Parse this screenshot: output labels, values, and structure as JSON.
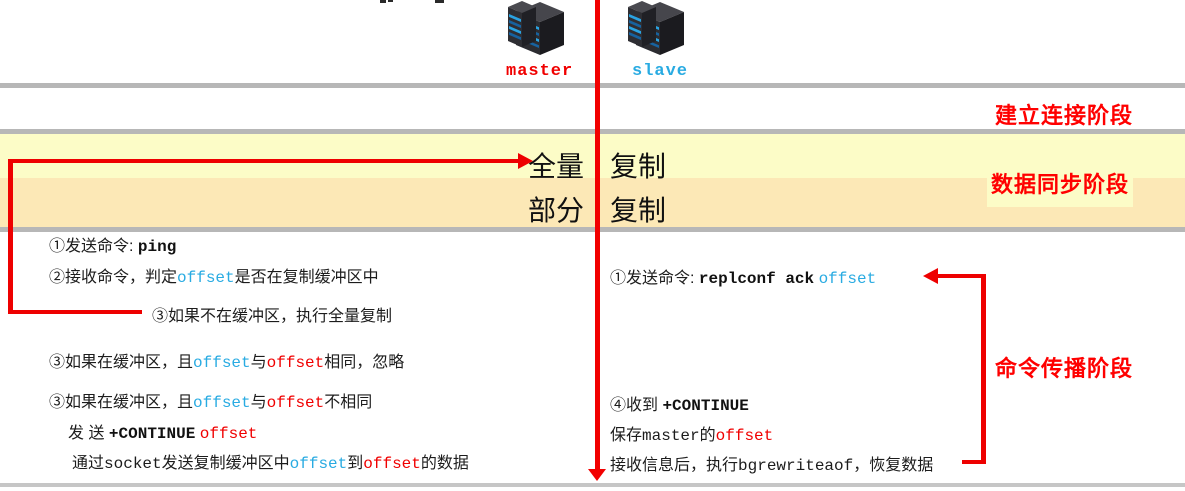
{
  "colors": {
    "divider_red": "#f20000",
    "bracket_red": "#ee0000",
    "label_red": "#ff0000",
    "mono_cyan": "#29abe2",
    "band_light_yellow": "#fcfcc7",
    "band_dark_yellow": "#fce8b6",
    "separator_gray": "#b7b7b7",
    "server_body_dark": "#2c2c31",
    "server_stripe_blue": "#2aa3e2"
  },
  "servers": {
    "master_label": "master",
    "slave_label": "slave"
  },
  "phases": {
    "connect_label": "建立连接阶段",
    "sync_label": "数据同步阶段",
    "propagate_label": "命令传播阶段"
  },
  "banner": {
    "full_a": "全量",
    "full_b": "复制",
    "partial_a": "部分",
    "partial_b": "复制"
  },
  "left_column": {
    "lines": [
      {
        "segments": [
          {
            "t": "①发送命令: ",
            "s": "cn"
          },
          {
            "t": "ping",
            "s": "mb"
          }
        ]
      },
      {
        "segments": [
          {
            "t": "②接收命令，判定",
            "s": "cn"
          },
          {
            "t": "offset",
            "s": "cy"
          },
          {
            "t": "是否在复制缓冲区中",
            "s": "cn"
          }
        ]
      },
      {
        "segments": [
          {
            "t": "③如果不在缓冲区，执行全量复制",
            "s": "cn"
          }
        ]
      },
      {
        "segments": [
          {
            "t": "③如果在缓冲区，且",
            "s": "cn"
          },
          {
            "t": "offset",
            "s": "cy"
          },
          {
            "t": "与",
            "s": "cn"
          },
          {
            "t": "offset",
            "s": "rd"
          },
          {
            "t": "相同，忽略",
            "s": "cn"
          }
        ]
      },
      {
        "segments": [
          {
            "t": "③如果在缓冲区，且",
            "s": "cn"
          },
          {
            "t": "offset",
            "s": "cy"
          },
          {
            "t": "与",
            "s": "cn"
          },
          {
            "t": "offset",
            "s": "rd"
          },
          {
            "t": "不相同",
            "s": "cn"
          }
        ]
      },
      {
        "segments": [
          {
            "t": "发 送 ",
            "s": "cn"
          },
          {
            "t": "+CONTINUE",
            "s": "mb"
          },
          {
            "t": " ",
            "s": "cn"
          },
          {
            "t": "offset",
            "s": "rd"
          }
        ]
      },
      {
        "segments": [
          {
            "t": "通过",
            "s": "cn"
          },
          {
            "t": "socket",
            "s": "m"
          },
          {
            "t": "发送复制缓冲区中",
            "s": "cn"
          },
          {
            "t": "offset",
            "s": "cy"
          },
          {
            "t": "到",
            "s": "cn"
          },
          {
            "t": "offset",
            "s": "rd"
          },
          {
            "t": "的数据",
            "s": "cn"
          }
        ]
      }
    ]
  },
  "right_column": {
    "lines": [
      {
        "segments": [
          {
            "t": "①发送命令: ",
            "s": "cn"
          },
          {
            "t": "replconf ack",
            "s": "mb"
          },
          {
            "t": " ",
            "s": "cn"
          },
          {
            "t": "offset",
            "s": "cy"
          }
        ]
      },
      {
        "segments": [
          {
            "t": "④收到 ",
            "s": "cn"
          },
          {
            "t": "+CONTINUE",
            "s": "mb"
          }
        ]
      },
      {
        "segments": [
          {
            "t": "保存",
            "s": "cn"
          },
          {
            "t": "master",
            "s": "m"
          },
          {
            "t": "的",
            "s": "cn"
          },
          {
            "t": "offset",
            "s": "rd"
          }
        ]
      },
      {
        "segments": [
          {
            "t": "接收信息后，执行",
            "s": "cn"
          },
          {
            "t": "bgrewriteaof",
            "s": "m"
          },
          {
            "t": "，恢复数据",
            "s": "cn"
          }
        ]
      }
    ]
  }
}
